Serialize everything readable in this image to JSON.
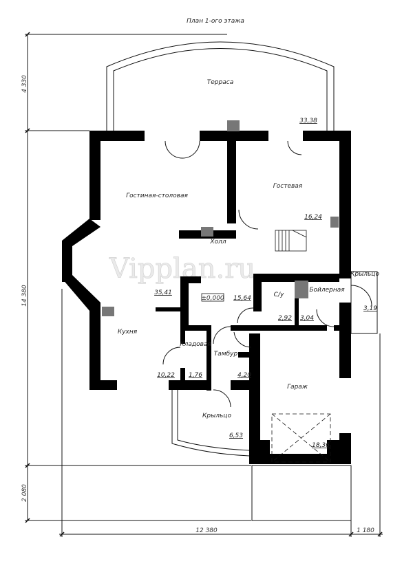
{
  "title": "План 1-ого этажа",
  "watermark": "Vipplan.ru",
  "level_mark": "±0,000",
  "rooms": {
    "terrace": {
      "name": "Терраса",
      "area": "33,38"
    },
    "living": {
      "name": "Гостиная-столовая",
      "area": "35,41"
    },
    "guest": {
      "name": "Гостевая",
      "area": "16,24"
    },
    "hall": {
      "name": "Холл",
      "area": "15,64"
    },
    "bathroom": {
      "name": "С/у",
      "area": "2,92"
    },
    "boiler": {
      "name": "Бойлерная",
      "area": "3,04"
    },
    "porch_right": {
      "name": "Крыльцо",
      "area": "3,19"
    },
    "kitchen": {
      "name": "Кухня",
      "area": "10,22"
    },
    "storage": {
      "name": "Кладовая",
      "area": "1,76"
    },
    "vestibule": {
      "name": "Тамбур",
      "area": "4,20"
    },
    "porch_front": {
      "name": "Крыльцо",
      "area": "6,53"
    },
    "garage": {
      "name": "Гараж",
      "area": "18,36"
    }
  },
  "dimensions": {
    "terrace_depth": "4 330",
    "house_depth": "14 380",
    "garage_ext": "2 080",
    "width": "12 380",
    "porch_width": "1 180"
  }
}
